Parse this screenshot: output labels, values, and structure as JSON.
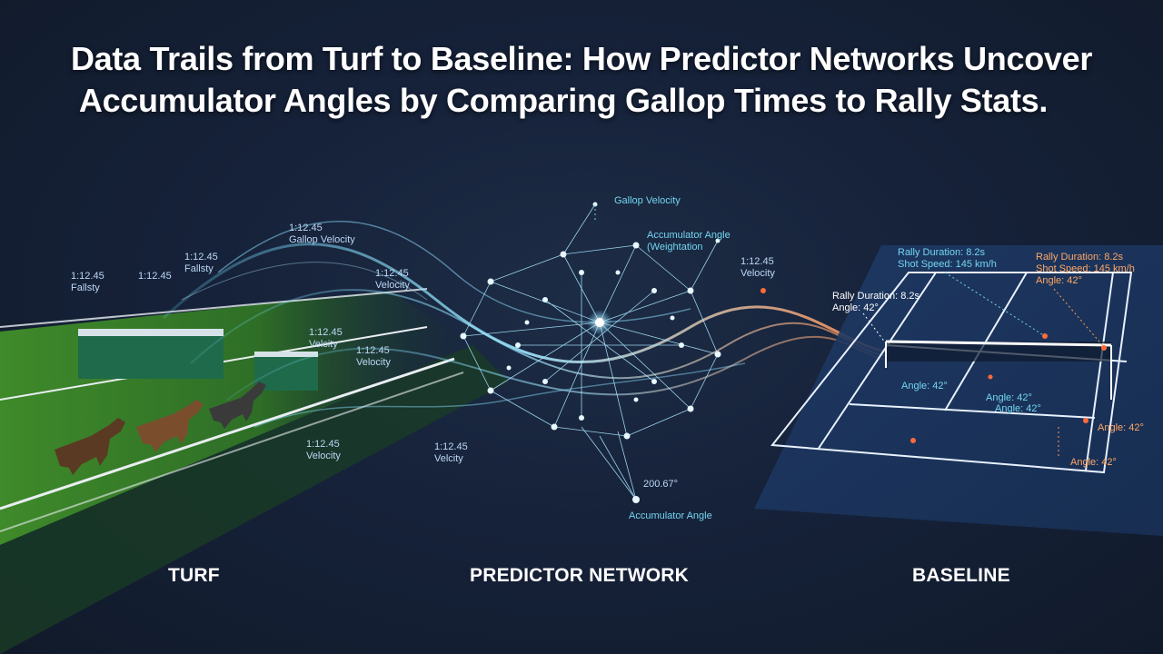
{
  "title": {
    "line1": "Data Trails from Turf to Baseline: How Predictor Networks Uncover",
    "line2": "Accumulator Angles by Comparing Gallop Times to Rally Stats."
  },
  "sections": {
    "turf": "TURF",
    "network": "PREDICTOR NETWORK",
    "baseline": "BASELINE"
  },
  "turf_annotations": {
    "a1": {
      "time": "1:12.45",
      "label": "Gallop Velocity"
    },
    "a2": {
      "time": "1:12.45",
      "label": "Fallsty"
    },
    "a3": {
      "time": "1:12.45",
      "label": "Fallsty"
    },
    "a4": {
      "time": "1:12.45"
    },
    "a5": {
      "time": "1:12.45",
      "label": "Velcity"
    },
    "a6": {
      "time": "1:12.45",
      "label": "Velocity"
    },
    "a7": {
      "time": "1:12.45",
      "label": "Velocity"
    },
    "a8": {
      "time": "1:12.45",
      "label": "Velocity"
    },
    "a9": {
      "time": "1:12.45",
      "label": "Velcity"
    }
  },
  "network_annotations": {
    "gallop": "Gallop Velocity",
    "accum_top": "Accumulator Angle",
    "accum_sub": "(Weightation",
    "right_time": "1:12.45",
    "right_label": "Velocity",
    "value": "200.67°",
    "accum_bottom": "Accumulator Angle"
  },
  "baseline_annotations": {
    "rally_white_1": "Rally Duration: 8.2s",
    "angle_white_1": "Angle: 42°",
    "rally_cyan": "Rally Duration: 8.2s",
    "shot_cyan": "Shot Speed: 145 km/h",
    "rally_orange": "Rally Duration: 8.2s",
    "shot_orange": "Shot Speed: 145 km/h",
    "angle_orange_top": "Angle: 42°",
    "angle_court_1": "Angle: 42°",
    "angle_court_2": "Angle: 42°",
    "angle_court_3": "Angle: 42°",
    "angle_orange_right": "Angle: 42°",
    "angle_orange_bottom": "Angle: 42°"
  },
  "colors": {
    "background": "#16223a",
    "turf_green": "#3f8a2a",
    "network_cyan": "#7fd8ff",
    "court_blue": "#1f3a66",
    "accent_orange": "#ff8a4a"
  }
}
